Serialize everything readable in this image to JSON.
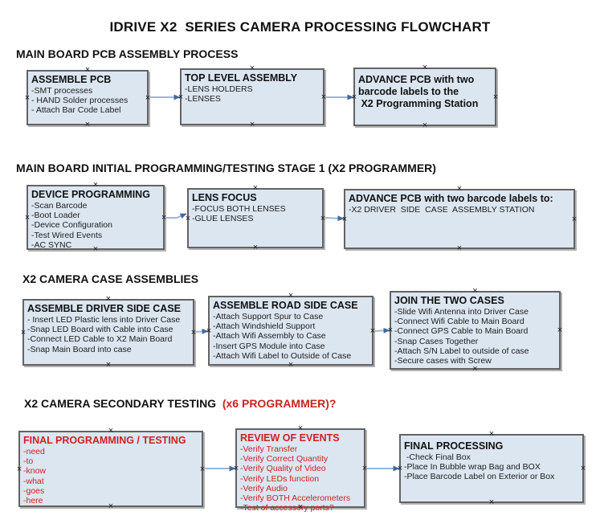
{
  "title": "IDRIVE X2  SERIES CAMERA PROCESSING FLOWCHART",
  "diagram": {
    "handle_glyph": "×"
  },
  "colors": {
    "box_fill": "#dce6f1",
    "box_border": "#636363",
    "red": "#cc2222",
    "arrow_line": "#9eb6d5",
    "arrow_head": "#44699d"
  },
  "sections": [
    {
      "heading": "MAIN BOARD PCB ASSEMBLY PROCESS",
      "heading_red": "",
      "boxes": [
        {
          "title_lines": [
            "ASSEMBLE PCB"
          ],
          "items": [
            "-SMT processes",
            "- HAND Solder processes",
            "- Attach Bar Code Label"
          ],
          "red": false
        },
        {
          "title_lines": [
            "TOP LEVEL ASSEMBLY"
          ],
          "items": [
            "-LENS HOLDERS",
            "-LENSES"
          ],
          "red": false
        },
        {
          "title_lines": [
            "ADVANCE PCB with two",
            "barcode labels to the",
            " X2 Programming Station"
          ],
          "items": [],
          "red": false
        }
      ]
    },
    {
      "heading": "MAIN BOARD INITIAL PROGRAMMING/TESTING STAGE 1 (X2 PROGRAMMER)",
      "heading_red": "",
      "boxes": [
        {
          "title_lines": [
            "DEVICE PROGRAMMING"
          ],
          "items": [
            "-Scan Barcode",
            "-Boot Loader",
            "-Device Configuration",
            "-Test Wired Events",
            "-AC SYNC"
          ],
          "red": false
        },
        {
          "title_lines": [
            "LENS FOCUS"
          ],
          "items": [
            "-FOCUS BOTH LENSES",
            "-GLUE LENSES"
          ],
          "red": false
        },
        {
          "title_lines": [
            "ADVANCE PCB with two barcode labels to:"
          ],
          "items": [
            "-X2 DRIVER  SIDE  CASE  ASSEMBLY STATION"
          ],
          "red": false
        }
      ]
    },
    {
      "heading": "X2 CAMERA CASE ASSEMBLIES",
      "heading_red": "",
      "boxes": [
        {
          "title_lines": [
            "ASSEMBLE DRIVER SIDE CASE"
          ],
          "items": [
            "- Insert LED Plastic lens into Driver Case",
            "-Snap LED Board with Cable into Case",
            "-Connect LED Cable to X2 Main Board",
            "-Snap Main Board into case"
          ],
          "red": false
        },
        {
          "title_lines": [
            "ASSEMBLE ROAD SIDE CASE"
          ],
          "items": [
            "-Attach Support Spur to Case",
            "-Attach Windshield Support",
            "-Attach Wifi Assembly to Case",
            "-Insert GPS Module into Case",
            "-Attach Wifi Label to Outside of Case"
          ],
          "red": false
        },
        {
          "title_lines": [
            "JOIN THE TWO CASES"
          ],
          "items": [
            "-Slide Wifi Antenna into Driver Case",
            "-Connect Wifi Cable to Main Board",
            "-Connect GPS Cable to Main Board",
            "-Snap Cases Together",
            "-Attach S/N Label to outside of case",
            "-Secure cases with Screw"
          ],
          "red": false
        }
      ]
    },
    {
      "heading": "X2 CAMERA SECONDARY TESTING  ",
      "heading_red": "(x6 PROGRAMMER)?",
      "boxes": [
        {
          "title_lines": [
            "FINAL PROGRAMMING / TESTING"
          ],
          "items": [
            "-need",
            "-to",
            "-know",
            "-what",
            "-goes",
            "-here"
          ],
          "red": true
        },
        {
          "title_lines": [
            "REVIEW OF EVENTS"
          ],
          "items": [
            "-Verify Transfer",
            "-Verify Correct Quantity",
            "-Verify Quality of Video",
            "-Verify LEDs function",
            "-Verify Audio",
            "-Verify BOTH Accelerometers",
            "-Test of accessory ports?"
          ],
          "red": true
        },
        {
          "title_lines": [
            "FINAL PROCESSING"
          ],
          "items": [
            " -Check Final Box",
            "-Place In Bubble wrap Bag and BOX",
            "-Place Barcode Label on Exterior or Box"
          ],
          "red": false
        }
      ]
    }
  ]
}
